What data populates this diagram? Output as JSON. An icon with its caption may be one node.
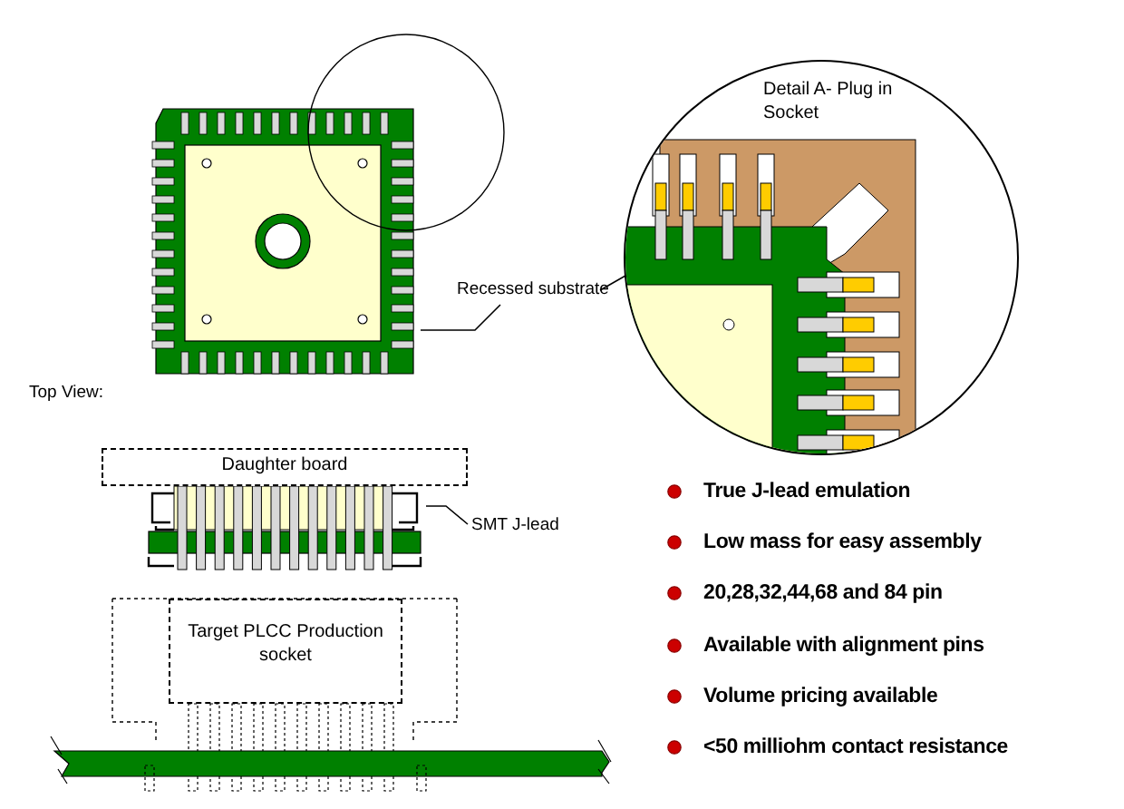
{
  "diagram": {
    "nodes": [
      {
        "text": [],
        "shape": "picture"
      },
      {
        "text": [
          "Detail A- Plug in Socket"
        ]
      },
      {
        "text": [
          "Recessed substrate"
        ]
      },
      {
        "text": [
          "Daughter board"
        ]
      },
      {
        "text": [],
        "shape": "picture"
      },
      {
        "text": [
          "SMT J-lead"
        ]
      },
      {
        "text": [
          "Target PLCC Production socket"
        ]
      },
      {
        "text": [],
        "shape": "circle"
      }
    ],
    "edges": [
      {
        "from": 2,
        "to": 0,
        "arrow": "none"
      },
      {
        "from": 2,
        "to": 1,
        "arrow": "none"
      },
      {
        "from": 5,
        "to": 4,
        "arrow": "none"
      }
    ],
    "labels": [
      "Top View:",
      "True J-lead emulation",
      "Low mass for easy assembly",
      "20,28,32,44,68 and 84 pin",
      "Available with alignment pins",
      "Volume pricing available",
      "<50 milliohm contact resistance"
    ]
  }
}
